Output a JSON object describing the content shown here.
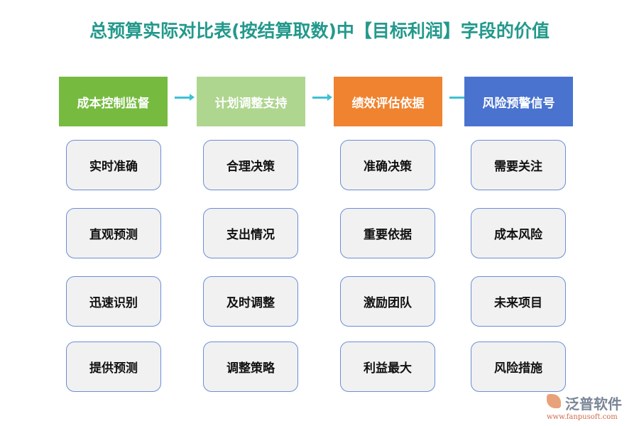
{
  "title": "总预算实际对比表(按结算取数)中【目标利润】字段的价值",
  "columns": [
    {
      "header": "成本控制监督",
      "color": "#76bb40",
      "items": [
        "实时准确",
        "直观预测",
        "迅速识别",
        "提供预测"
      ]
    },
    {
      "header": "计划调整支持",
      "color": "#aed68f",
      "items": [
        "合理决策",
        "支出情况",
        "及时调整",
        "调整策略"
      ]
    },
    {
      "header": "绩效评估依据",
      "color": "#f0832f",
      "items": [
        "准确决策",
        "重要依据",
        "激励团队",
        "利益最大"
      ]
    },
    {
      "header": "风险预警信号",
      "color": "#4a73cf",
      "items": [
        "需要关注",
        "成本风险",
        "未来项目",
        "风险措施"
      ]
    }
  ],
  "logo": {
    "name": "泛普软件",
    "url": "www.fanpusoft.com"
  }
}
